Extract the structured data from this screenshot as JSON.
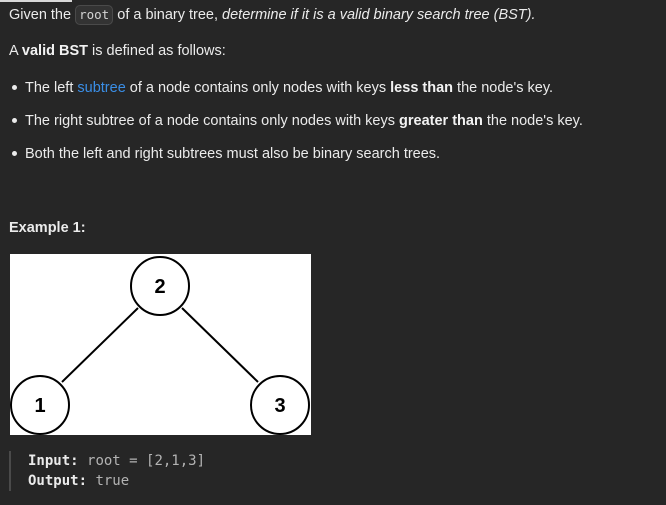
{
  "intro": {
    "prefix": "Given the",
    "code": "root",
    "middle": "of a binary tree,",
    "emphasis": "determine if it is a valid binary search tree (BST)."
  },
  "definition": {
    "prefix": "A",
    "bold": "valid BST",
    "suffix": "is defined as follows:"
  },
  "bullets": [
    {
      "before": "The left",
      "link": "subtree",
      "middle": "of a node contains only nodes with keys",
      "bold": "less than",
      "after": "the node's key."
    },
    {
      "before": "The right subtree of a node contains only nodes with keys",
      "bold": "greater than",
      "after": "the node's key."
    },
    {
      "text": "Both the left and right subtrees must also be binary search trees."
    }
  ],
  "example": {
    "title": "Example 1:",
    "tree_nodes": [
      "2",
      "1",
      "3"
    ],
    "input_label": "Input:",
    "input_value": "root = [2,1,3]",
    "output_label": "Output:",
    "output_value": "true"
  },
  "colors": {
    "background": "#262626",
    "text": "#ebebeb",
    "link": "#3a8ee6"
  }
}
